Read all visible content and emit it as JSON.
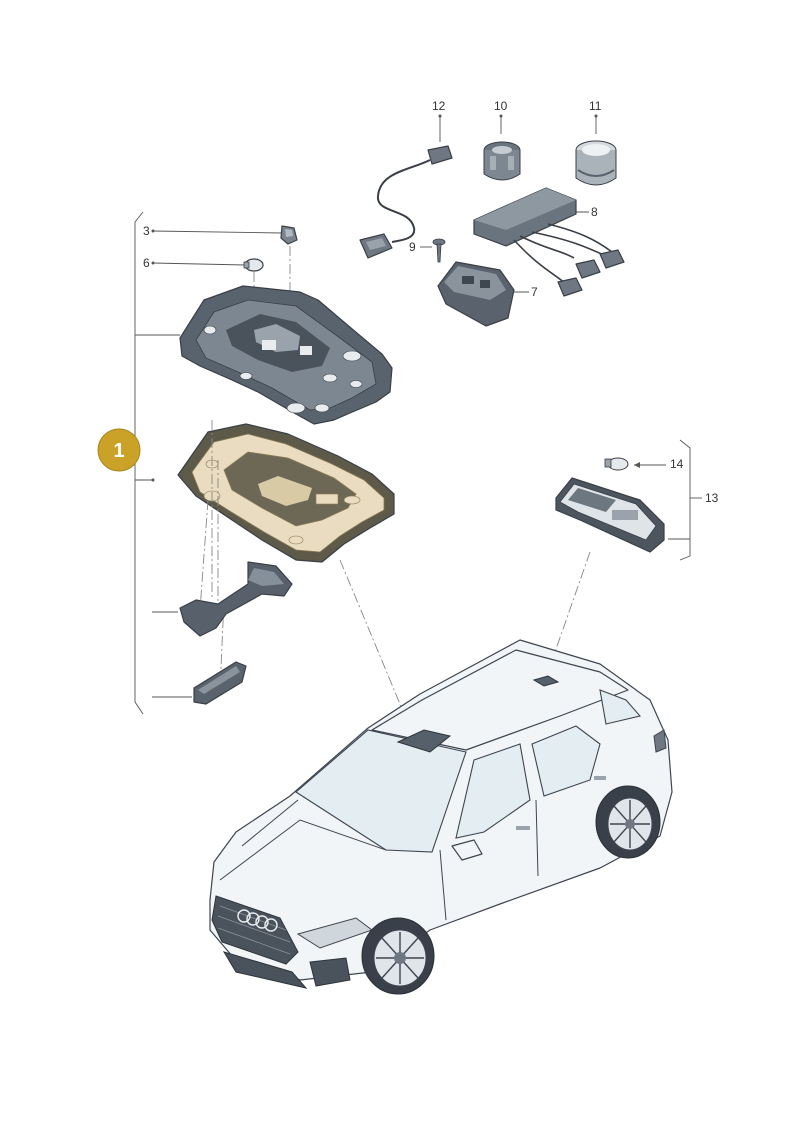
{
  "diagram": {
    "highlight_color": "#c9a227",
    "main_badge": "1",
    "callouts": [
      {
        "id": "c3",
        "label": "3"
      },
      {
        "id": "c6",
        "label": "6"
      },
      {
        "id": "c7",
        "label": "7"
      },
      {
        "id": "c8",
        "label": "8"
      },
      {
        "id": "c9",
        "label": "9"
      },
      {
        "id": "c10",
        "label": "10"
      },
      {
        "id": "c11",
        "label": "11"
      },
      {
        "id": "c12",
        "label": "12"
      },
      {
        "id": "c13",
        "label": "13"
      },
      {
        "id": "c14",
        "label": "14"
      }
    ],
    "parts": [
      "interior-light-housing",
      "interior-light-cover-highlighted",
      "cover-strip",
      "cover-cap-lower",
      "connector-3",
      "bulb-6",
      "cable-harness-12",
      "lens-10",
      "switch-11",
      "control-unit-8",
      "screw-9",
      "lamp-socket-7",
      "rear-interior-lamp-13",
      "bulb-14",
      "vehicle"
    ]
  }
}
